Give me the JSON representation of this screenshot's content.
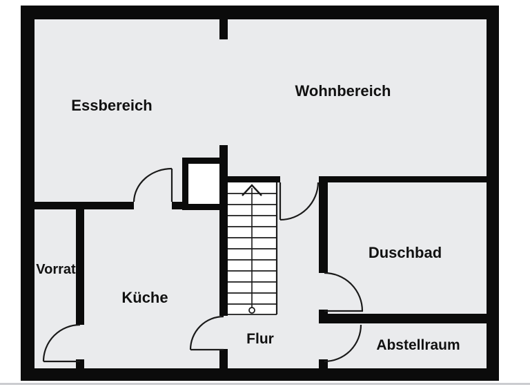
{
  "plan": {
    "type": "floor-plan",
    "language": "de",
    "rooms": {
      "essbereich": {
        "label": "Essbereich"
      },
      "wohnbereich": {
        "label": "Wohnbereich"
      },
      "vorrat": {
        "label": "Vorrat"
      },
      "kueche": {
        "label": "Küche"
      },
      "flur": {
        "label": "Flur"
      },
      "duschbad": {
        "label": "Duschbad"
      },
      "abstellraum": {
        "label": "Abstellraum"
      }
    },
    "stairs": {
      "steps": 12,
      "direction": "up"
    },
    "doors": [
      {
        "between": "Essbereich / Küche"
      },
      {
        "between": "Wohnbereich / Flur"
      },
      {
        "between": "Flur / Duschbad"
      },
      {
        "between": "Flur / Abstellraum"
      },
      {
        "between": "Flur / Küche"
      },
      {
        "between": "Küche / Vorrat"
      }
    ],
    "colors": {
      "wall": "#0b0b0b",
      "floor": "#eaebed",
      "background": "#ffffff",
      "label": "#111111"
    }
  }
}
